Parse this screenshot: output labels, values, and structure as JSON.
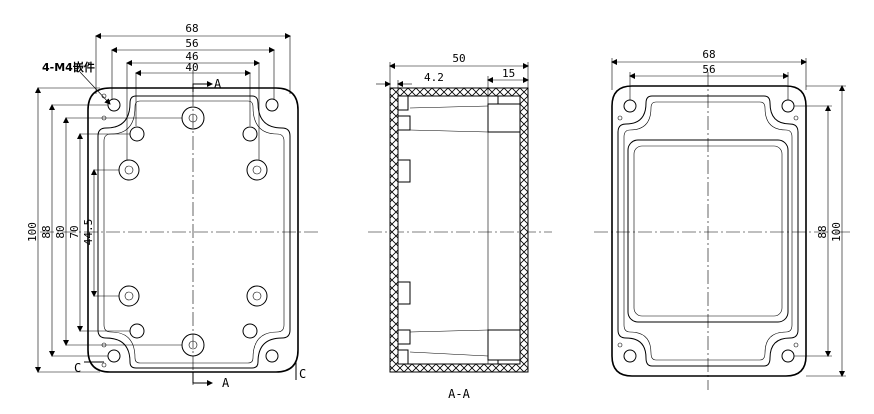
{
  "front_view": {
    "dim_width_68": "68",
    "dim_width_56": "56",
    "dim_width_46": "46",
    "dim_width_40": "40",
    "dim_height_100": "100",
    "dim_height_88": "88",
    "dim_height_80": "80",
    "dim_height_70": "70",
    "dim_height_44_5": "44.5",
    "callout_inserts": "4-M4嵌件",
    "section_mark_top": "A",
    "section_mark_bottom": "A",
    "mark_c_left": "C",
    "mark_c_right": "C"
  },
  "section_view": {
    "dim_depth_50": "50",
    "dim_wall_4_2": "4.2",
    "dim_lid_15": "15",
    "title": "A-A"
  },
  "back_view": {
    "dim_width_68": "68",
    "dim_width_56": "56",
    "dim_height_88": "88",
    "dim_height_100": "100"
  }
}
